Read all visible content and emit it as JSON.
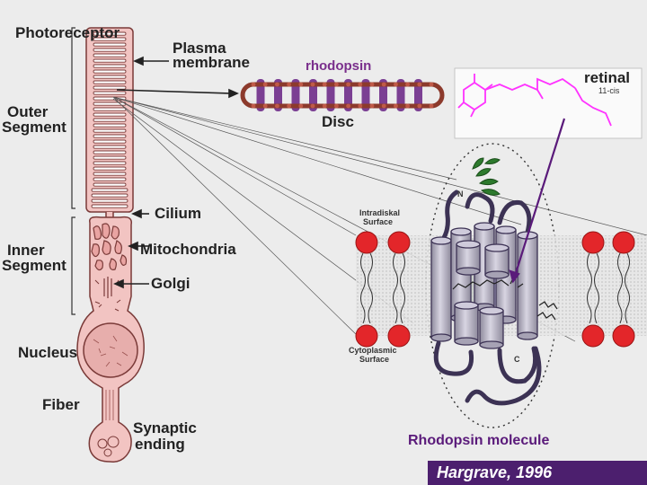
{
  "labels": {
    "photoreceptor": "Photoreceptor",
    "plasma_membrane_1": "Plasma",
    "plasma_membrane_2": "membrane",
    "outer_segment_1": "Outer",
    "outer_segment_2": "Segment",
    "cilium": "Cilium",
    "inner_segment_1": "Inner",
    "inner_segment_2": "Segment",
    "mitochondria": "Mitochondria",
    "golgi": "Golgi",
    "nucleus": "Nucleus",
    "fiber": "Fiber",
    "synaptic_1": "Synaptic",
    "synaptic_2": "ending",
    "rhodopsin": "rhodopsin",
    "disc": "Disc",
    "retinal": "retinal",
    "eleven_cis": "11-cis",
    "intradiskal_1": "Intradiskal",
    "intradiskal_2": "Surface",
    "cytoplasmic_1": "Cytoplasmic",
    "cytoplasmic_2": "Surface",
    "n_terminus": "N",
    "c_terminus": "C",
    "rhodopsin_molecule": "Rhodopsin molecule",
    "credit": "Hargrave, 1996"
  },
  "colors": {
    "background": "#ececec",
    "cell_fill": "#f2c4c2",
    "cell_stroke": "#7a3a38",
    "disc_fill": "#8c3a2c",
    "disc_pin": "#7b3f93",
    "rhodopsin_label": "#7a2f8c",
    "retinal_structure": "#ff33ff",
    "lipid_head": "#e3262a",
    "helix_fill": "#b9b6c4",
    "loop_stroke": "#3c3254",
    "sugar_green": "#2d7a2d",
    "arrow_purple": "#5a1a7a",
    "credit_bar": "#4c1f6e"
  }
}
